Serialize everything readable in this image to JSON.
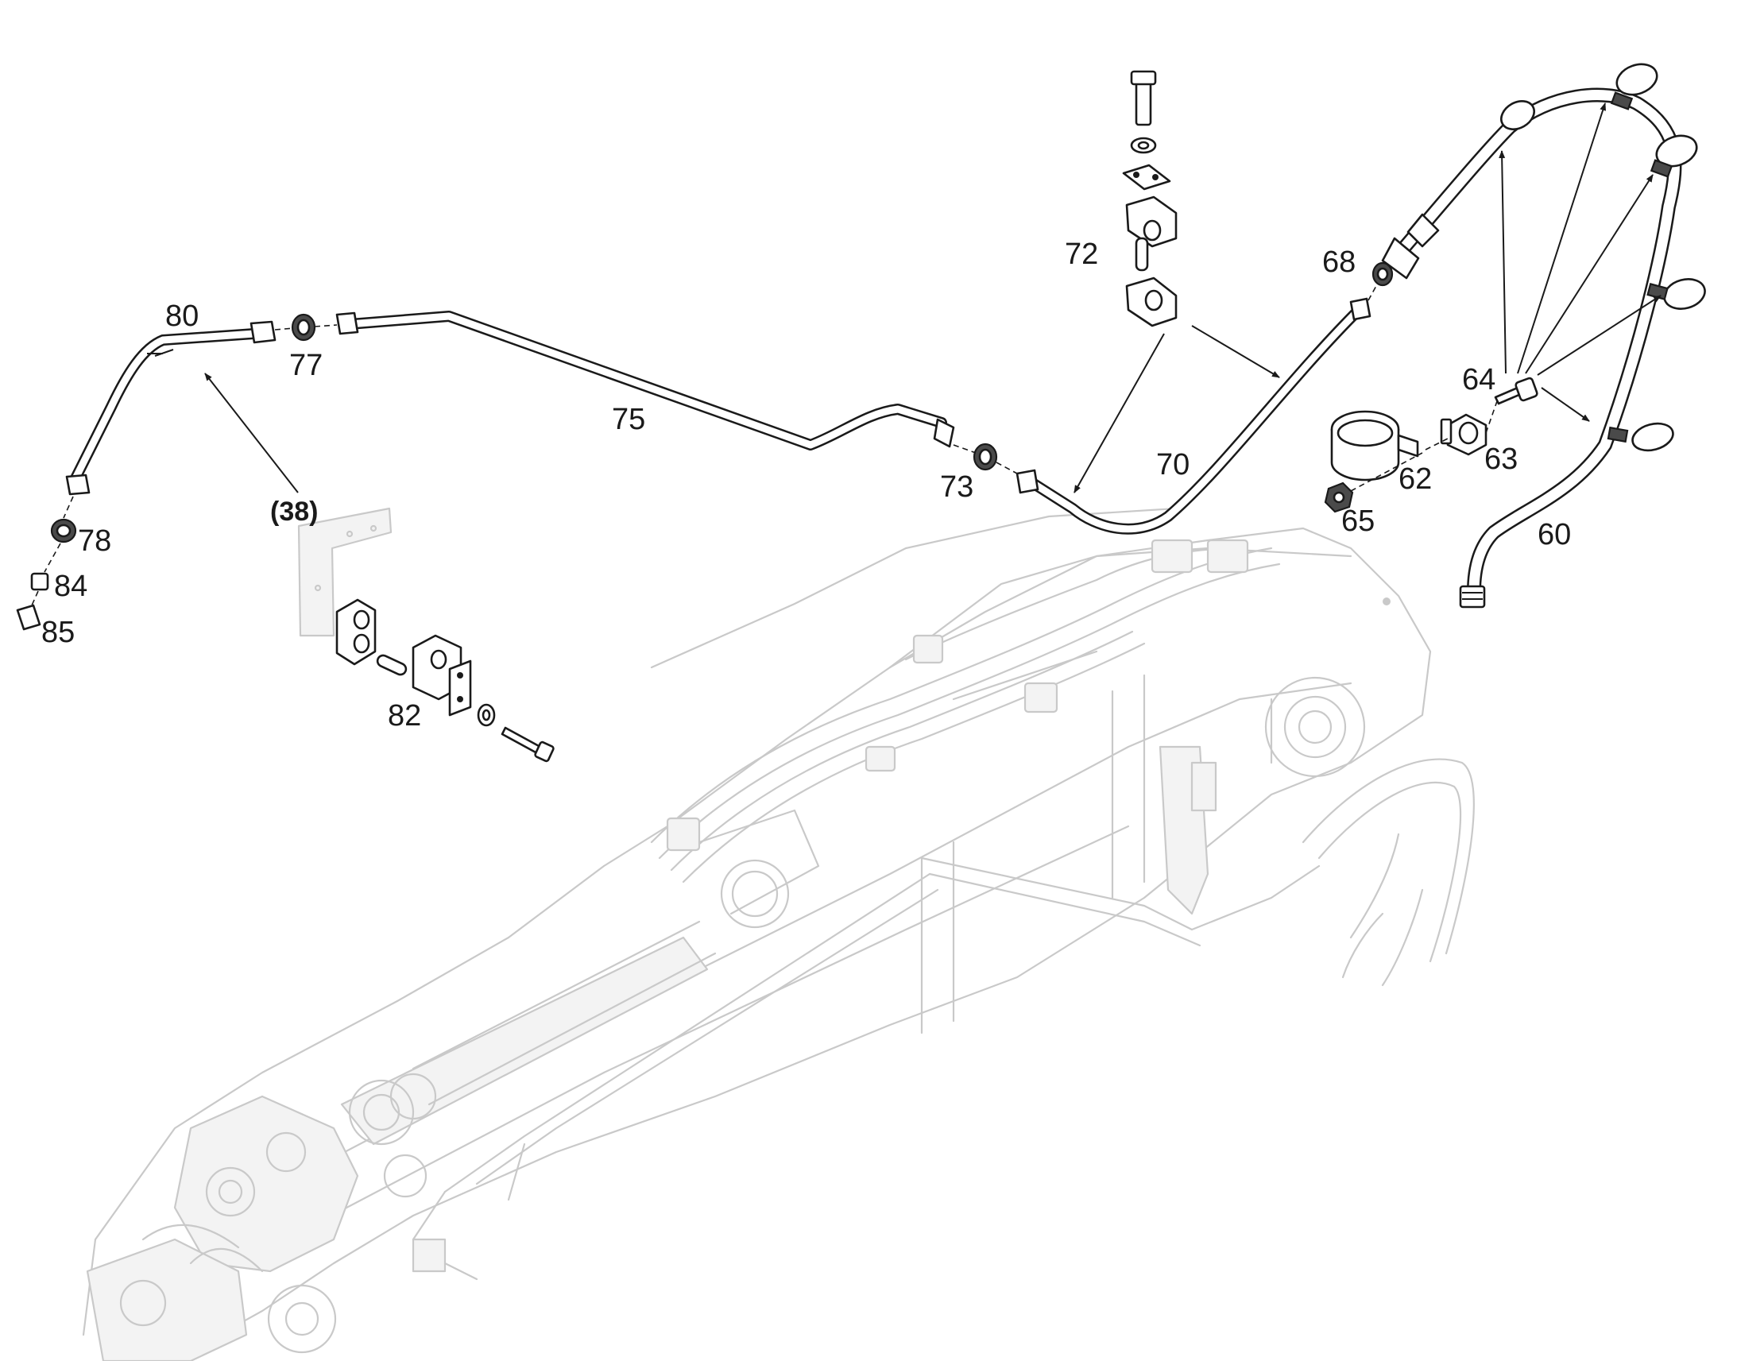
{
  "diagram": {
    "type": "exploded parts diagram",
    "subject": "hydraulic lines on boom arm",
    "callouts": [
      {
        "id": "c60",
        "text": "60"
      },
      {
        "id": "c62",
        "text": "62"
      },
      {
        "id": "c63",
        "text": "63"
      },
      {
        "id": "c64",
        "text": "64"
      },
      {
        "id": "c65",
        "text": "65"
      },
      {
        "id": "c68",
        "text": "68"
      },
      {
        "id": "c70",
        "text": "70"
      },
      {
        "id": "c72",
        "text": "72"
      },
      {
        "id": "c73",
        "text": "73"
      },
      {
        "id": "c75",
        "text": "75"
      },
      {
        "id": "c77",
        "text": "77"
      },
      {
        "id": "c78",
        "text": "78"
      },
      {
        "id": "c80",
        "text": "80"
      },
      {
        "id": "c82",
        "text": "82"
      },
      {
        "id": "c84",
        "text": "84"
      },
      {
        "id": "c85",
        "text": "85"
      },
      {
        "id": "c38",
        "text": "(38)"
      }
    ],
    "colors": {
      "line": "#1a1a1a",
      "background_machine": "#c9c9c9",
      "paper": "#ffffff"
    }
  }
}
